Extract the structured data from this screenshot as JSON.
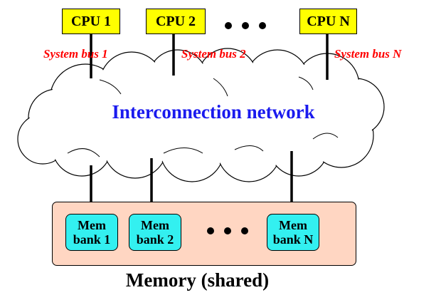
{
  "cpus": [
    {
      "label": "CPU 1"
    },
    {
      "label": "CPU 2"
    },
    {
      "label": "CPU N"
    }
  ],
  "buses": [
    {
      "label": "System bus 1"
    },
    {
      "label": "System bus 2"
    },
    {
      "label": "System bus N"
    }
  ],
  "network": {
    "label": "Interconnection network"
  },
  "memory": {
    "title": "Memory (shared)",
    "banks": [
      {
        "line1": "Mem",
        "line2": "bank 1"
      },
      {
        "line1": "Mem",
        "line2": "bank 2"
      },
      {
        "line1": "Mem",
        "line2": "bank N"
      }
    ]
  },
  "colors": {
    "cpu_fill": "#ffff00",
    "bus_label": "#ff0000",
    "network_label": "#1a1aee",
    "memory_fill": "#ffd6c2",
    "bank_fill": "#33f0f0"
  }
}
